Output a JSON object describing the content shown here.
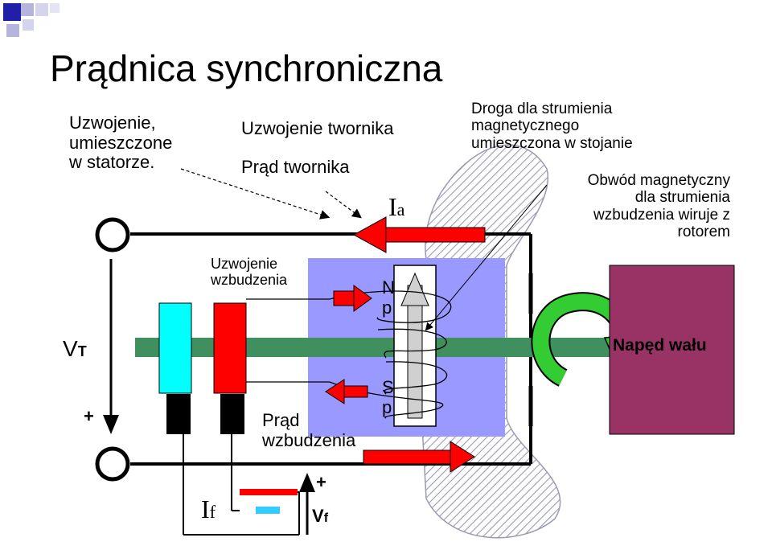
{
  "title": "Prądnica synchroniczna",
  "labels": {
    "stator_winding_l1": "Uzwojenie,",
    "stator_winding_l2": "umieszczone",
    "stator_winding_l3": "w statorze.",
    "armature_winding": "Uzwojenie twornika",
    "armature_current": "Prąd twornika",
    "ia_main": "I",
    "ia_sub": "a",
    "flux_path_l1": "Droga dla strumienia",
    "flux_path_l2": "magnetycznego",
    "flux_path_l3": "umieszczona w stojanie",
    "magnetic_circuit_l1": "Obwód magnetyczny",
    "magnetic_circuit_l2": "dla strumienia",
    "magnetic_circuit_l3": "wzbudzenia wiruje z",
    "magnetic_circuit_l4": "rotorem",
    "excitation_winding_l1": "Uzwojenie",
    "excitation_winding_l2": "wzbudzenia",
    "north_pole_l1": "N",
    "north_pole_l2": "p",
    "south_pole_l1": "S",
    "south_pole_l2": "p",
    "excitation_current_l1": "Prąd",
    "excitation_current_l2": "wzbudzenia",
    "shaft_drive": "Napęd wału",
    "vt_main": "V",
    "vt_sub": "T",
    "vt_plus": "+",
    "if_main": "I",
    "if_sub": "f",
    "vf_main": "V",
    "vf_sub": "f",
    "vf_plus": "+"
  },
  "colors": {
    "rotor_core": "#9999ff",
    "shaft": "#3f8f5f",
    "slip_ring_left": "#00ffff",
    "slip_ring_right": "#ff0000",
    "current_arrow": "#ff0000",
    "rotation_arrow": "#33cc33",
    "drive_box": "#993366",
    "battery_plus": "#ff0000",
    "battery_minus": "#33ccff",
    "stator_hatch": "#a0a0b8"
  },
  "icons": {
    "logo": "squares-logo-icon",
    "rotation": "rotation-arrow-icon"
  }
}
